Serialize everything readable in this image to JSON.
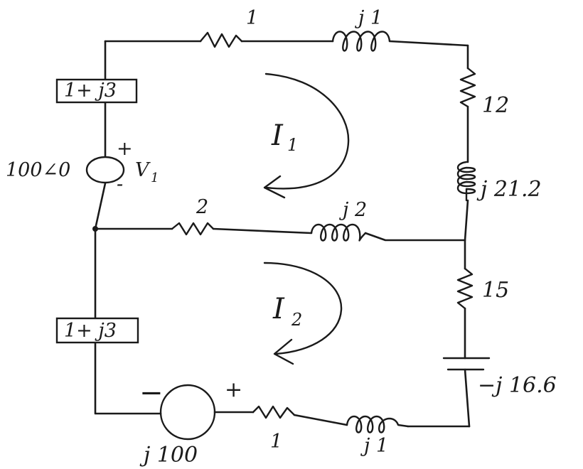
{
  "labels": {
    "top_resistor": "1",
    "top_inductor": "j 1",
    "right_resistor_top": "12",
    "right_inductor": "j 21.2",
    "left_box_top": "1+ j3",
    "source_v1_value": "100∠0",
    "source_v1_name": "V",
    "source_v1_subscript": "1",
    "source_v1_plus": "+",
    "source_v1_minus": "-",
    "mesh1_current": "I",
    "mesh1_subscript": "1",
    "middle_resistor": "2",
    "middle_inductor": "j 2",
    "right_resistor_bottom": "15",
    "left_box_bottom": "1+ j3",
    "mesh2_current": "I",
    "mesh2_subscript": "2",
    "capacitor": "−j 16.6",
    "bottom_source_minus": "−",
    "bottom_source_plus": "+",
    "bottom_source_value": "j 100",
    "bottom_resistor": "1",
    "bottom_inductor": "j 1"
  },
  "colors": {
    "ink": "#1a1a1a",
    "background": "#ffffff"
  }
}
